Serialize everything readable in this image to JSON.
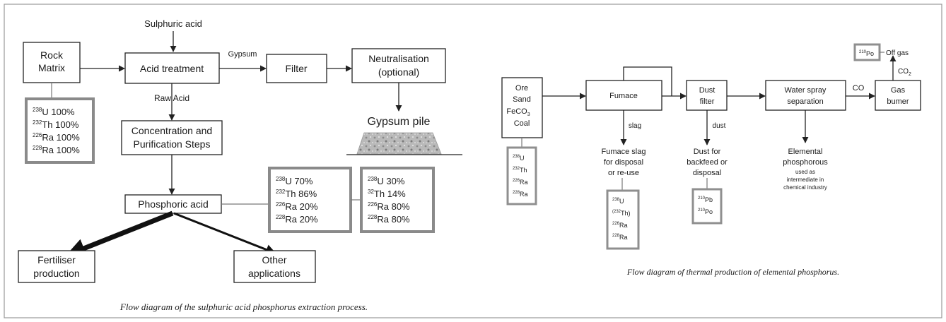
{
  "left_diagram": {
    "sulphuric_acid": "Sulphuric acid",
    "rock_matrix": [
      "Rock",
      "Matrix"
    ],
    "acid_treatment": "Acid treatment",
    "gypsum_label": "Gypsum",
    "filter": "Filter",
    "neutralisation": [
      "Neutralisation",
      "(optional)"
    ],
    "gypsum_pile": "Gypsum pile",
    "raw_acid": "Raw  Acid",
    "concentration": [
      "Concentration and",
      "Purification Steps"
    ],
    "phosphoric_acid": "Phosphoric acid",
    "fertiliser": [
      "Fertiliser",
      "production"
    ],
    "other_applications": [
      "Other",
      "applications"
    ],
    "rock_isotopes": [
      {
        "iso": "238",
        "el": "U",
        "val": "100%"
      },
      {
        "iso": "232",
        "el": "Th",
        "val": "100%"
      },
      {
        "iso": "226",
        "el": "Ra",
        "val": "100%"
      },
      {
        "iso": "228",
        "el": "Ra",
        "val": "100%"
      }
    ],
    "acid_isotopes": [
      {
        "iso": "238",
        "el": "U",
        "val": "70%"
      },
      {
        "iso": "232",
        "el": "Th",
        "val": "86%"
      },
      {
        "iso": "226",
        "el": "Ra",
        "val": "20%"
      },
      {
        "iso": "228",
        "el": "Ra",
        "val": "20%"
      }
    ],
    "gypsum_isotopes": [
      {
        "iso": "238",
        "el": "U",
        "val": "30%"
      },
      {
        "iso": "32",
        "el": "Th",
        "val": "14%"
      },
      {
        "iso": "226",
        "el": "Ra",
        "val": "80%"
      },
      {
        "iso": "228",
        "el": "Ra",
        "val": "80%"
      }
    ],
    "caption": "Flow diagram of the sulphuric acid phosphorus extraction process."
  },
  "right_diagram": {
    "ore": [
      "Ore",
      "Sand"
    ],
    "feco3": {
      "base": "FeCO",
      "sub": "3"
    },
    "coal": "Coal",
    "furnace": "Fumace",
    "slag_label": "slag",
    "furnace_slag": [
      "Fumace slag",
      "for disposal",
      "or re-use"
    ],
    "dust_filter": [
      "Dust",
      "filter"
    ],
    "dust_label": "dust",
    "dust_for": [
      "Dust for",
      "backfeed or",
      "disposal"
    ],
    "water_spray": [
      "Water spray",
      "separation"
    ],
    "elemental": [
      "Elemental",
      "phosphorous"
    ],
    "used_as": [
      "used as",
      "intermediate in",
      "chemical industry"
    ],
    "co_label": "CO",
    "gas_burner": [
      "Gas",
      "bumer"
    ],
    "co2": {
      "base": "CO",
      "sub": "2"
    },
    "off_gas": "Off gas",
    "po_top": {
      "iso": "210",
      "el": "Po"
    },
    "ore_isotopes": [
      {
        "iso": "238",
        "el": "U"
      },
      {
        "iso": "232",
        "el": "Th"
      },
      {
        "iso": "226",
        "el": "Ra"
      },
      {
        "iso": "228",
        "el": "Ra"
      }
    ],
    "slag_isotopes": [
      {
        "iso": "238",
        "el": "U"
      },
      {
        "iso": "(232",
        "el": "Th)"
      },
      {
        "iso": "226",
        "el": "Ra"
      },
      {
        "iso": "228",
        "el": "Ra"
      }
    ],
    "dust_isotopes": [
      {
        "iso": "210",
        "el": "Pb"
      },
      {
        "iso": "210",
        "el": "Po"
      }
    ],
    "caption": "Flow diagram of thermal production of elemental phosphorus."
  }
}
